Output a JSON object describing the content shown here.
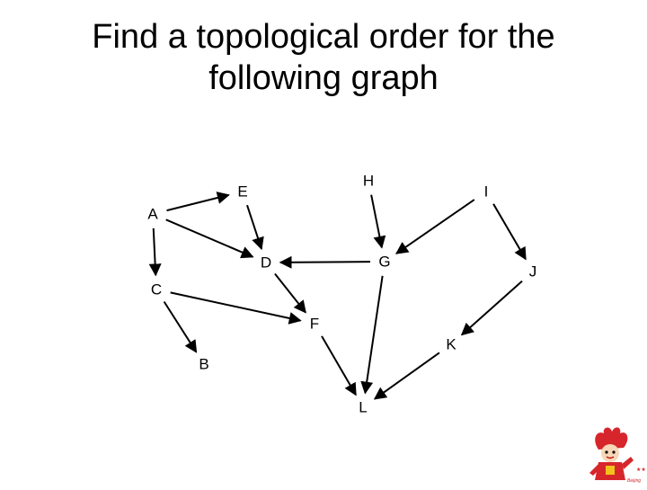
{
  "slide": {
    "title_line1": "Find a topological order for the",
    "title_line2": "following graph"
  },
  "graph": {
    "nodes": [
      {
        "id": "A",
        "label": "A"
      },
      {
        "id": "B",
        "label": "B"
      },
      {
        "id": "C",
        "label": "C"
      },
      {
        "id": "D",
        "label": "D"
      },
      {
        "id": "E",
        "label": "E"
      },
      {
        "id": "F",
        "label": "F"
      },
      {
        "id": "G",
        "label": "G"
      },
      {
        "id": "H",
        "label": "H"
      },
      {
        "id": "I",
        "label": "I"
      },
      {
        "id": "J",
        "label": "J"
      },
      {
        "id": "K",
        "label": "K"
      },
      {
        "id": "L",
        "label": "L"
      }
    ],
    "edges": [
      {
        "from": "A",
        "to": "E"
      },
      {
        "from": "A",
        "to": "D"
      },
      {
        "from": "A",
        "to": "C"
      },
      {
        "from": "E",
        "to": "D"
      },
      {
        "from": "H",
        "to": "G"
      },
      {
        "from": "I",
        "to": "G"
      },
      {
        "from": "I",
        "to": "J"
      },
      {
        "from": "G",
        "to": "D"
      },
      {
        "from": "G",
        "to": "L"
      },
      {
        "from": "D",
        "to": "F"
      },
      {
        "from": "C",
        "to": "F"
      },
      {
        "from": "C",
        "to": "B"
      },
      {
        "from": "F",
        "to": "L"
      },
      {
        "from": "J",
        "to": "K"
      },
      {
        "from": "K",
        "to": "L"
      }
    ]
  },
  "logo": {
    "icon": "mascot-figure-icon",
    "primary_color": "#d7262b",
    "accent_color": "#f2c11a",
    "tagline": "Beijing 2008"
  }
}
